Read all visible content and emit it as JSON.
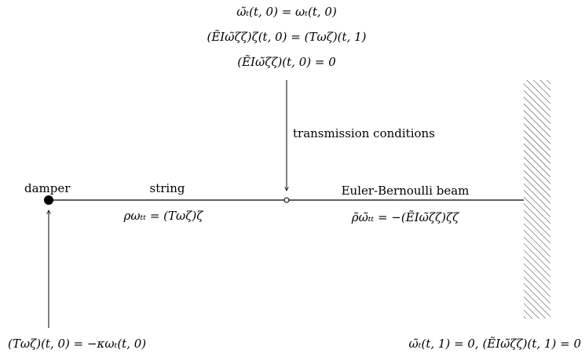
{
  "labels": {
    "damper": "damper",
    "string": "string",
    "beam": "Euler-Bernoulli beam",
    "transmission": "transmission conditions"
  },
  "equations": {
    "transmission_1": "ω̃ₜ(t, 0) = ωₜ(t, 0)",
    "transmission_2": "(ẼIω̃ζζ)ζ(t, 0) = (Tωζ)(t, 1)",
    "transmission_3": "(ẼIω̃ζζ)(t, 0) = 0",
    "string_eq": "ρωₜₜ = (Tωζ)ζ",
    "beam_eq": "ρ̃ω̃ₜₜ = −(ẼIω̃ζζ)ζζ",
    "damper_bc": "(Tωζ)(t, 0) = −κωₜ(t, 0)",
    "clamped_bc": "ω̃ₜ(t, 1) = 0, (ẼIω̃ζζ)(t, 1) = 0"
  }
}
